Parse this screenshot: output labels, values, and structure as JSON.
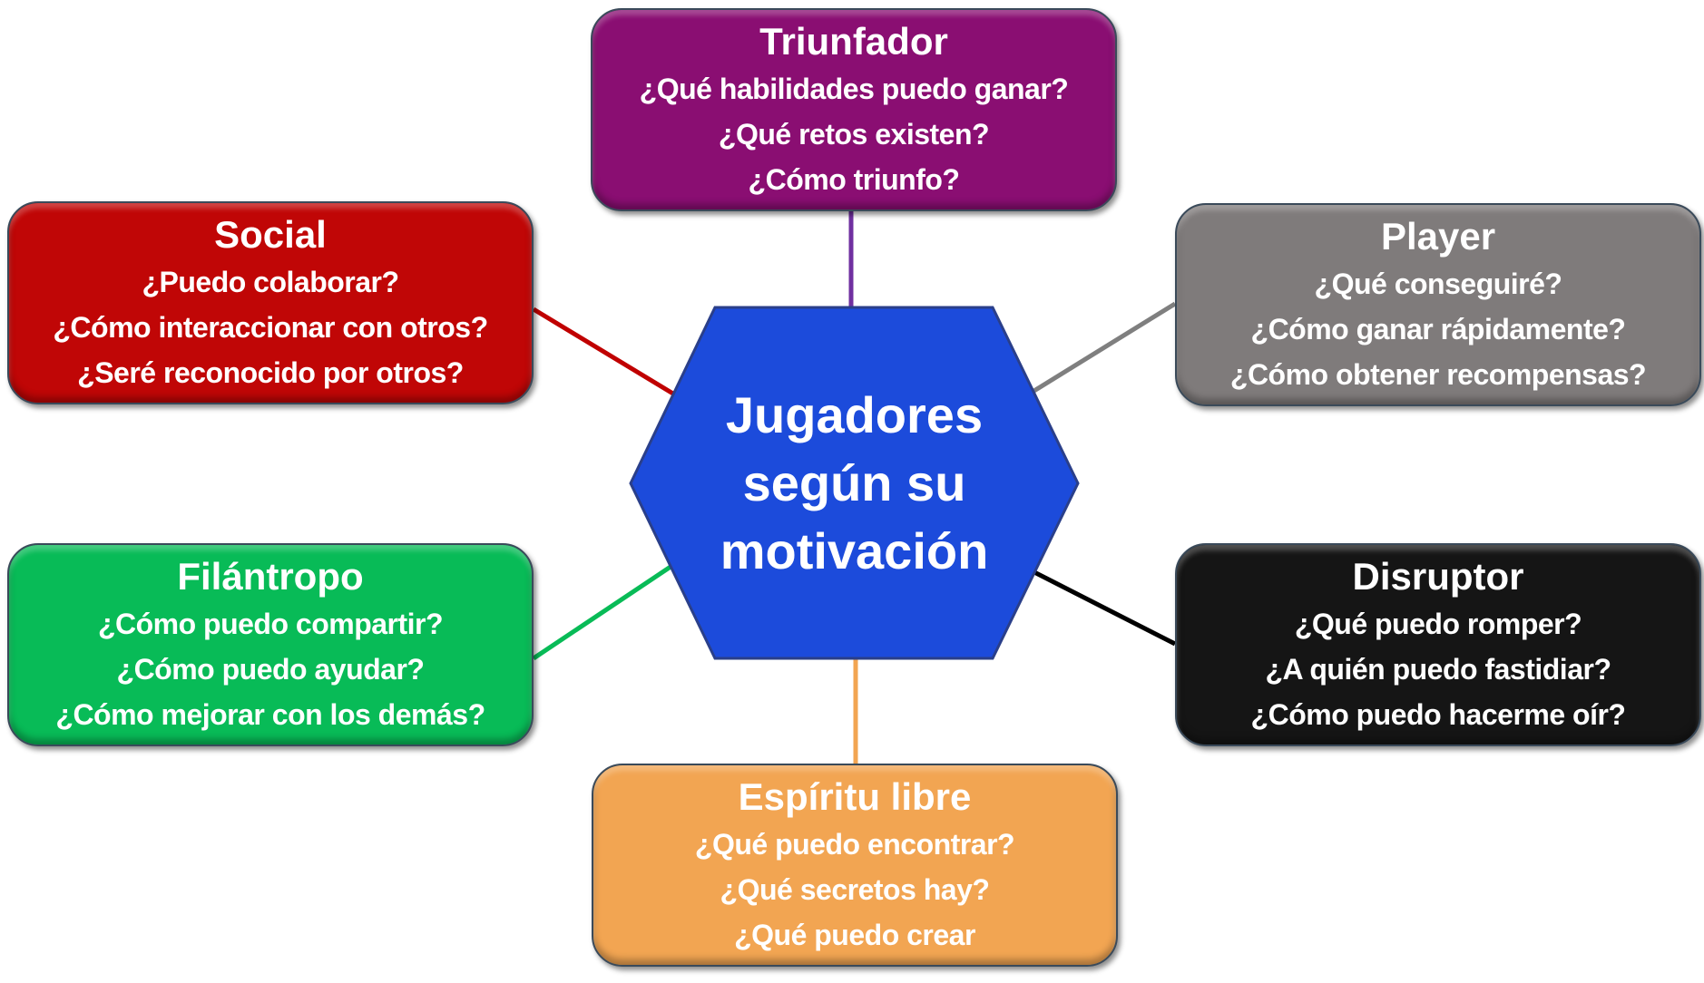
{
  "center": {
    "lines": [
      "Jugadores",
      "según su",
      "motivación"
    ],
    "color": "#1C4BDB"
  },
  "boxes": {
    "triunfador": {
      "title": "Triunfador",
      "questions": [
        "¿Qué habilidades puedo ganar?",
        "¿Qué retos existen?",
        "¿Cómo triunfo?"
      ],
      "color": "#8A0E72"
    },
    "social": {
      "title": "Social",
      "questions": [
        "¿Puedo colaborar?",
        "¿Cómo interaccionar con otros?",
        "¿Seré reconocido por otros?"
      ],
      "color": "#C00606"
    },
    "player": {
      "title": "Player",
      "questions": [
        "¿Qué conseguiré?",
        "¿Cómo ganar rápidamente?",
        "¿Cómo obtener recompensas?"
      ],
      "color": "#7F7B7B"
    },
    "filantropo": {
      "title": "Filántropo",
      "questions": [
        "¿Cómo puedo compartir?",
        "¿Cómo puedo ayudar?",
        "¿Cómo mejorar con los demás?"
      ],
      "color": "#08BB57"
    },
    "disruptor": {
      "title": "Disruptor",
      "questions": [
        "¿Qué puedo romper?",
        "¿A quién puedo fastidiar?",
        "¿Cómo puedo hacerme oír?"
      ],
      "color": "#151515"
    },
    "espiritu": {
      "title": "Espíritu libre",
      "questions": [
        "¿Qué puedo encontrar?",
        "¿Qué secretos hay?",
        "¿Qué puedo crear"
      ],
      "color": "#F2A552"
    }
  }
}
